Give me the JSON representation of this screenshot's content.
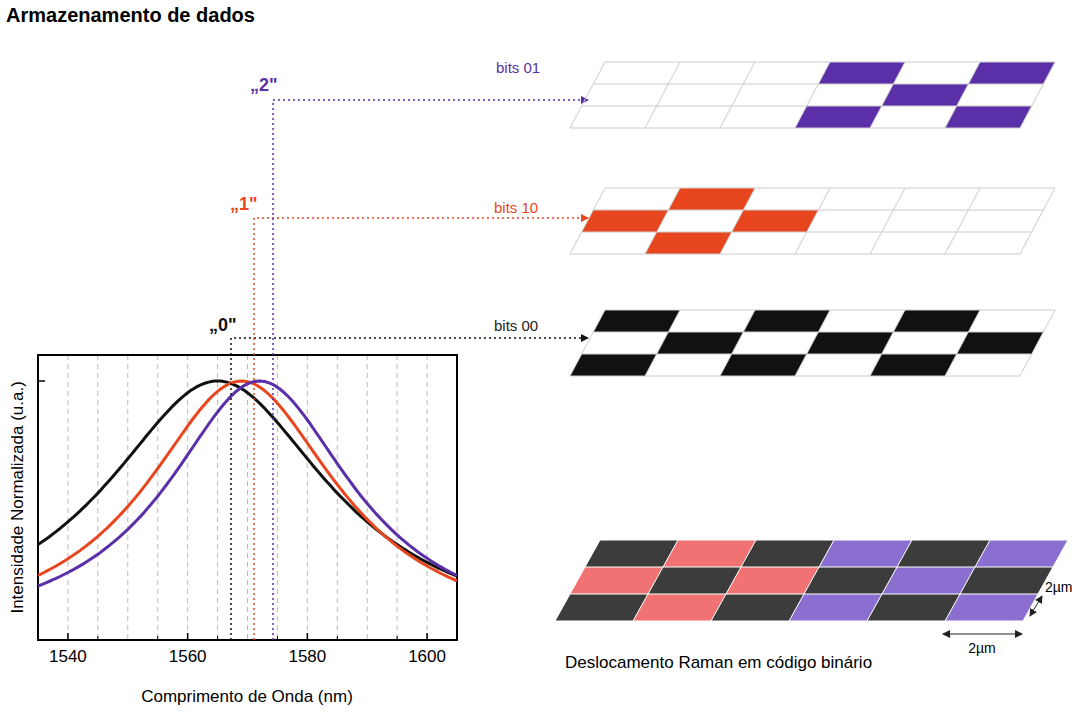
{
  "diagram": {
    "title": "Armazenamento de dados",
    "labels": [
      "„2\"",
      "bits 01",
      "„1\"",
      "bits 10",
      "„0\"",
      "bits 00",
      "Intensidade Normalizada (u.a.)",
      "Comprimento de Onda (nm)",
      "1540",
      "1560",
      "1580",
      "1600",
      "2µm",
      "2µm",
      "Deslocamento Raman em código binário"
    ]
  }
}
